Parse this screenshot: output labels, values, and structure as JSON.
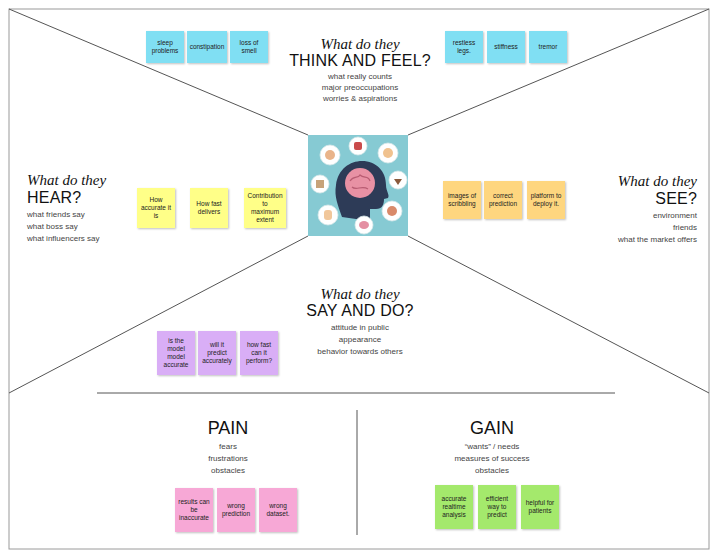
{
  "diagram": {
    "nodes": [
      {
        "text": [
          "sleep problems"
        ]
      },
      {
        "text": [
          "constipation"
        ]
      },
      {
        "text": [
          "loss of smell"
        ]
      },
      {
        "text": [
          "restless legs."
        ]
      },
      {
        "text": [
          "stiffness"
        ]
      },
      {
        "text": [
          "tremor"
        ]
      },
      {
        "text": [
          "How accurate it is"
        ]
      },
      {
        "text": [
          "How fast delivers"
        ]
      },
      {
        "text": [
          "Contribution to maximum extent"
        ]
      },
      {
        "text": [
          "images of scribbling"
        ]
      },
      {
        "text": [
          "correct prediction"
        ]
      },
      {
        "text": [
          "platform to deploy it."
        ]
      },
      {
        "text": [
          "is the model model accurate"
        ]
      },
      {
        "text": [
          "will it predict accurately"
        ]
      },
      {
        "text": [
          "how fast can it perform?"
        ]
      },
      {
        "text": [
          "results can be inaccurate"
        ]
      },
      {
        "text": [
          "wrong prediction"
        ]
      },
      {
        "text": [
          "wrong dataset."
        ]
      },
      {
        "text": [
          "accurate realtime analysis"
        ]
      },
      {
        "text": [
          "efficient way to predict"
        ]
      },
      {
        "text": [
          "helpful for patients"
        ]
      }
    ],
    "labels": [
      "What do they",
      "THINK AND FEEL?",
      "what really counts",
      "major preoccupations",
      "worries & aspirations",
      "What do they",
      "HEAR?",
      "what friends say",
      "what boss say",
      "what influencers say",
      "What do they",
      "SEE?",
      "environment",
      "friends",
      "what the market offers",
      "What do they",
      "SAY AND DO?",
      "attitude in public",
      "appearance",
      "behavior towards others",
      "PAIN",
      "fears",
      "frustrations",
      "obstacles",
      "GAIN",
      "“wants” / needs",
      "measures of success",
      "obstacles"
    ]
  }
}
